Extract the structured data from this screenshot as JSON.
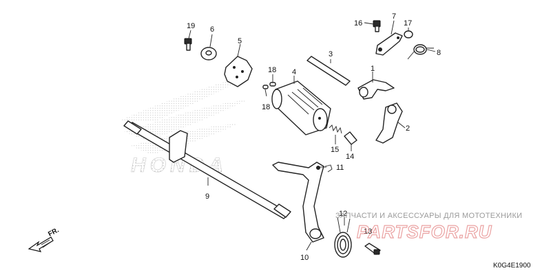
{
  "diagram": {
    "brand_logo_text": "HONDA",
    "drawing_code": "K0G4E1900",
    "front_marker": "FR.",
    "callouts": [
      {
        "id": "c1",
        "label": "1"
      },
      {
        "id": "c2",
        "label": "2"
      },
      {
        "id": "c3",
        "label": "3"
      },
      {
        "id": "c4",
        "label": "4"
      },
      {
        "id": "c5",
        "label": "5"
      },
      {
        "id": "c6",
        "label": "6"
      },
      {
        "id": "c7",
        "label": "7"
      },
      {
        "id": "c8",
        "label": "8"
      },
      {
        "id": "c9",
        "label": "9"
      },
      {
        "id": "c10",
        "label": "10"
      },
      {
        "id": "c11",
        "label": "11"
      },
      {
        "id": "c12",
        "label": "12"
      },
      {
        "id": "c13",
        "label": "13"
      },
      {
        "id": "c14",
        "label": "14"
      },
      {
        "id": "c15",
        "label": "15"
      },
      {
        "id": "c16",
        "label": "16"
      },
      {
        "id": "c17",
        "label": "17"
      },
      {
        "id": "c18a",
        "label": "18"
      },
      {
        "id": "c18b",
        "label": "18"
      },
      {
        "id": "c19",
        "label": "19"
      }
    ]
  },
  "watermark": {
    "tagline": "ЗАПЧАСТИ И АКСЕССУАРЫ ДЛЯ МОТОТЕХНИКИ",
    "logo": "PARTSFOR.RU"
  }
}
